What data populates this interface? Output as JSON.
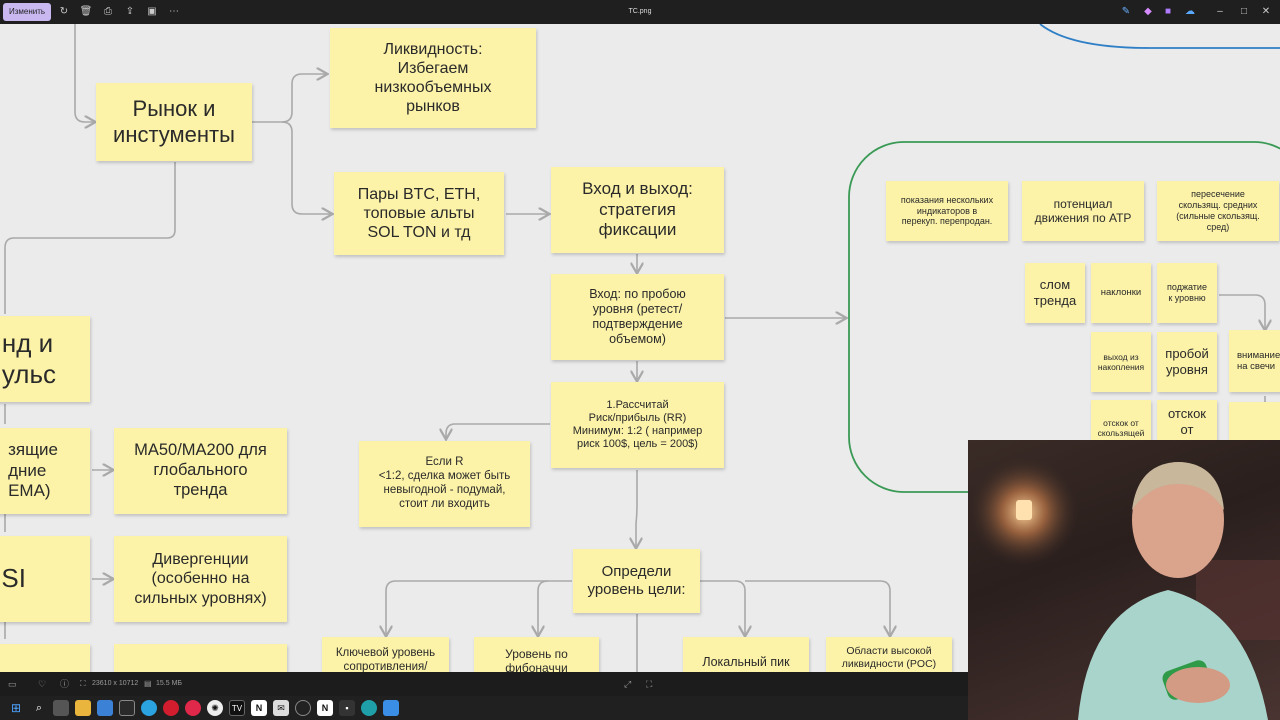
{
  "app": {
    "edit_button": "Изменить",
    "file_title": "TC.png"
  },
  "notes": {
    "liquidity": "Ликвидность:\nИзбегаем\nнизкообъемных\nрынков",
    "market": "Рынок и\nинстументы",
    "pairs": "Пары BTC, ETH,\nтоповые альты\nSOL TON и тд",
    "entry_exit": "Вход и выход:\nстратегия\nфиксации",
    "entry_breakout": "Вход: по пробою\nуровня (ретест/\nподтверждение\nобъемом)",
    "rr": "1.Рассчитай\nРиск/прибыль (RR)\nМинимум: 1:2 ( например\nриск 100$, цель = 200$)",
    "if_r": "Если R\n<1:2, сделка может быть\nневыгодной - подумай,\nстоит ли входить",
    "target": "Определи\nуровень цели:",
    "key_level": "Ключевой уровень\nсопротивления/",
    "fib": "Уровень по\nфибоначчи",
    "local_peak": "Локальный пик",
    "liq_areas": "Области высокой\nликвидности (POC)",
    "trend_impulse": "нд и\nульс",
    "moving_avg": "зящие\nдние\nEMA)",
    "ma50": "MA50/MA200 для\nглобального\nтренда",
    "rsi": "SI",
    "divergence": "Дивергенции\n(особенно на\nсильных уровнях)",
    "indicators": "показания нескольких\nиндикаторов в\nперекуп. перепродан.",
    "atr": "потенциал\nдвижения по АТР",
    "ma_cross": "пересечение\nскользящ. средних\n(сильные скользящ.\nсред)",
    "trend_break": "слом\nтренда",
    "slopes": "наклонки",
    "squeeze": "поджатие\nк уровню",
    "accum_exit": "выход из\nнакопления",
    "level_break": "пробой\nуровня",
    "attention": "вниманиe\nна свечи",
    "bounce_ma": "отскок от\nскользящей",
    "bounce": "отскок\nот"
  },
  "status": {
    "dimensions": "23610 x 10712",
    "size": "15.5 МБ"
  },
  "colors": {
    "note": "#fcf3a8",
    "connector": "#a9a9a9",
    "group_border": "#3a9a55",
    "blue_border": "#2f7fc6"
  }
}
